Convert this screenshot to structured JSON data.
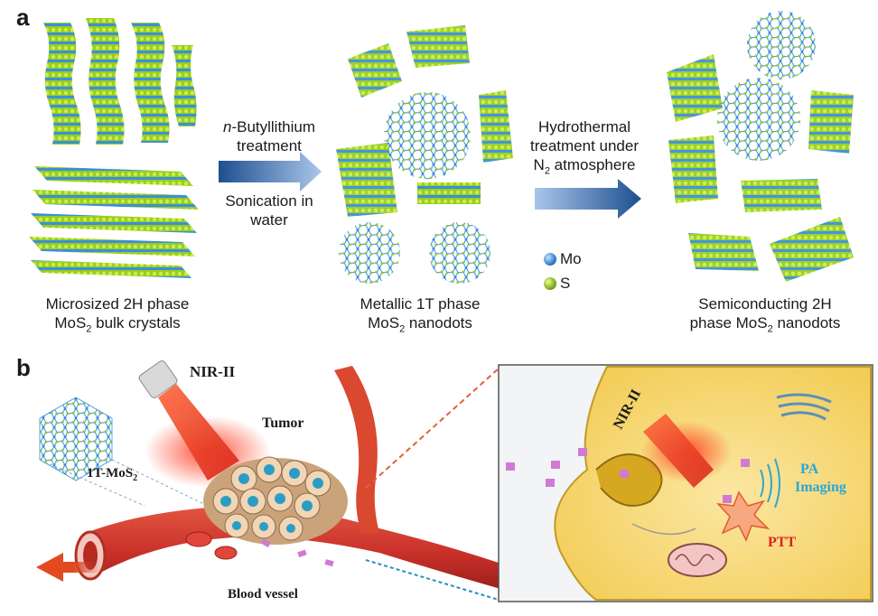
{
  "panel_a": {
    "letter": "a",
    "step1": {
      "label_italic": "n",
      "label_rest": "-Butyllithium",
      "line2": "treatment",
      "below1": "Sonication in",
      "below2": "water"
    },
    "step2": {
      "line1": "Hydrothermal",
      "line2": "treatment under",
      "line3_pre": "N",
      "line3_sub": "2",
      "line3_post": " atmosphere"
    },
    "legend": {
      "mo": "Mo",
      "s": "S"
    },
    "captions": {
      "bulk_line1": "Microsized 2H phase",
      "bulk_line2_pre": "MoS",
      "bulk_line2_sub": "2",
      "bulk_line2_post": " bulk crystals",
      "metal_line1": "Metallic 1T phase",
      "metal_line2_pre": "MoS",
      "metal_line2_sub": "2",
      "metal_line2_post": " nanodots",
      "semi_line1": "Semiconducting 2H",
      "semi_line2_pre": "phase MoS",
      "semi_line2_sub": "2",
      "semi_line2_post": " nanodots"
    }
  },
  "panel_b": {
    "letter": "b",
    "nir_laser": "NIR-II",
    "tumor": "Tumor",
    "material_pre": "1T-MoS",
    "material_sub": "2",
    "vessel": "Blood vessel",
    "cell_nir": "NIR-II",
    "pa_line1": "PA",
    "pa_line2": "Imaging",
    "ptt": "PTT"
  },
  "colors": {
    "mo": "#3b8fdc",
    "s": "#9acd1f",
    "arrow": "#2a5d9c",
    "vessel": "#c0392b",
    "cell": "#f7d873",
    "pa": "#2aa7d6",
    "ptt": "#e02020"
  }
}
